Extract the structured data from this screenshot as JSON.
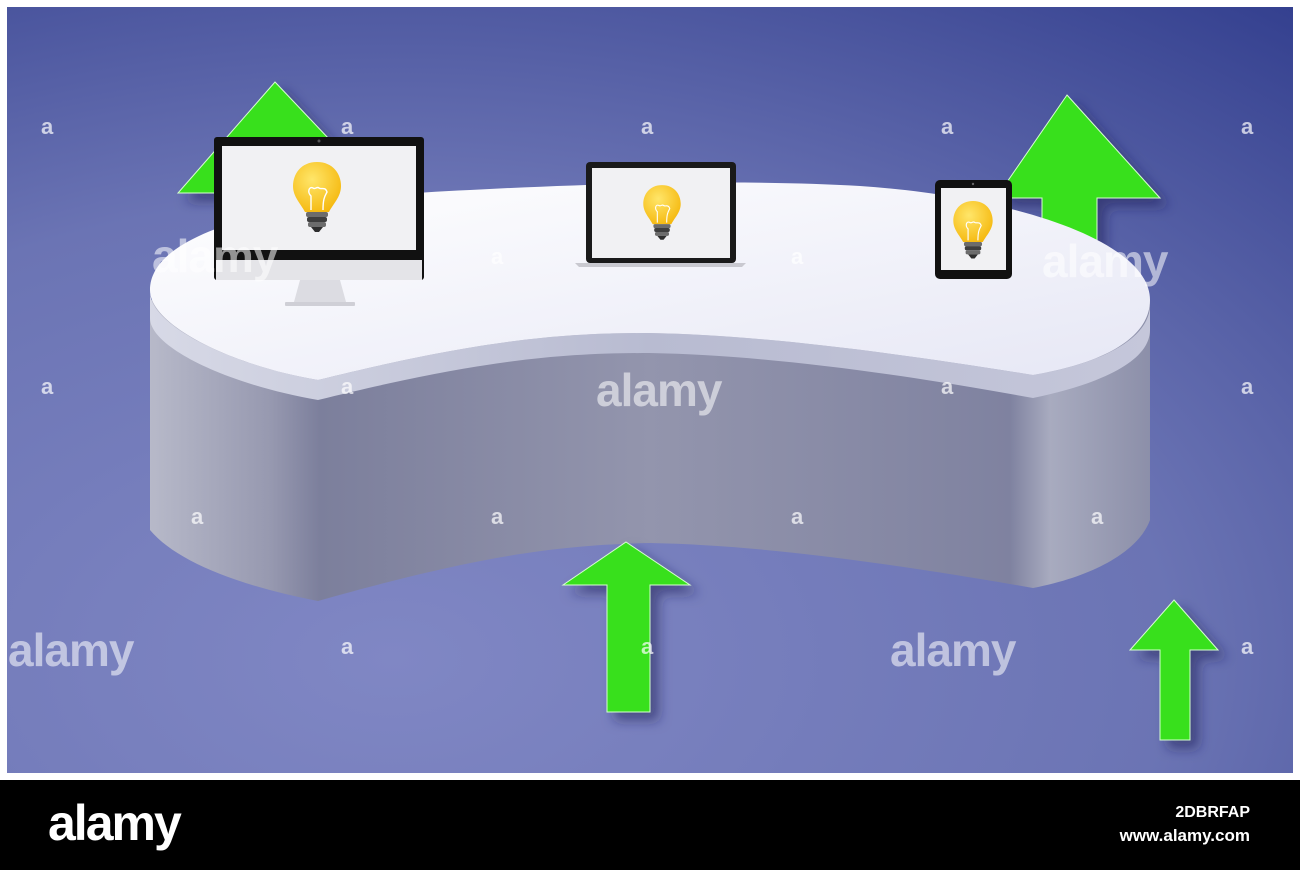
{
  "colors": {
    "background_light": "#7d86c0",
    "background_dark": "#36418f",
    "arrow_green": "#38e01e",
    "platform_top": "#eceef8",
    "platform_side": "#8d90aa",
    "bulb_yellow": "#fdd22e",
    "screen_bg": "#f1f1f3",
    "footer_bg": "#000000"
  },
  "icons": [
    "green-up-arrow-icon",
    "monitor-icon",
    "laptop-icon",
    "tablet-icon",
    "light-bulb-icon"
  ],
  "watermark": {
    "word": "alamy",
    "letter": "a"
  },
  "footer": {
    "logo": "alamy",
    "image_id": "2DBRFAP",
    "url": "www.alamy.com"
  }
}
